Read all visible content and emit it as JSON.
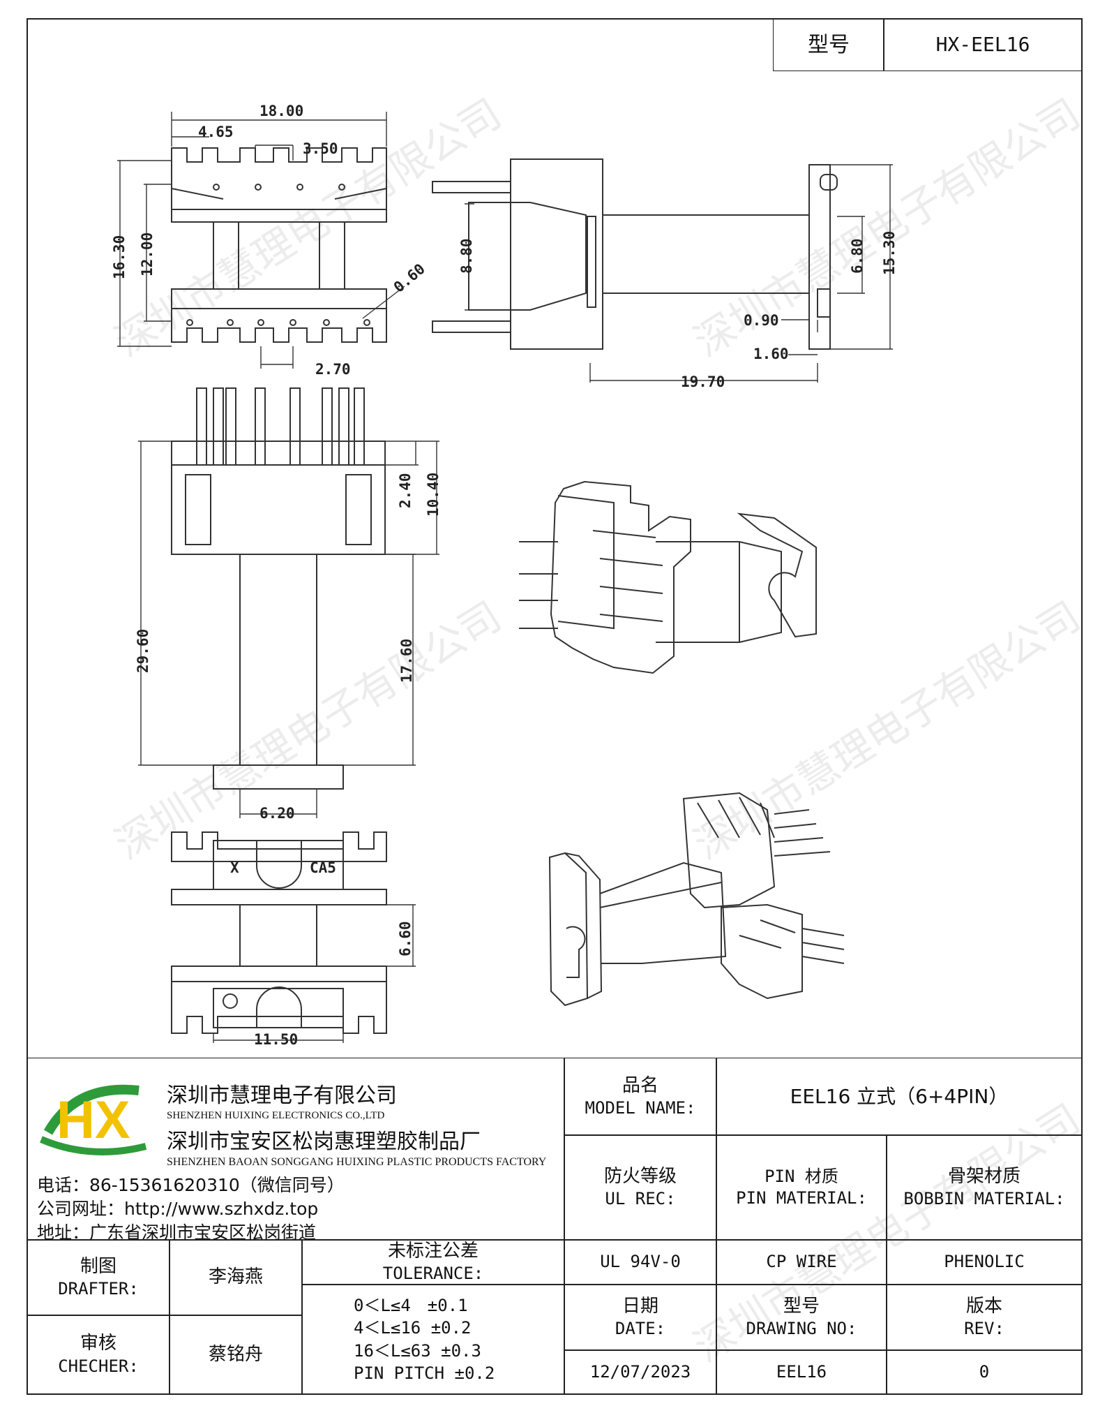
{
  "header": {
    "model_label": "型号",
    "model_value": "HX-EEL16"
  },
  "dimensions": {
    "d1": "18.00",
    "d2": "4.65",
    "d3": "3.50",
    "d4": "16.30",
    "d5": "12.00",
    "d6": "0.60",
    "d7": "2.70",
    "d8": "8.80",
    "d9": "6.80",
    "d10": "15.30",
    "d11": "0.90",
    "d12": "1.60",
    "d13": "19.70",
    "d14": "2.40",
    "d15": "10.40",
    "d16": "29.60",
    "d17": "17.60",
    "d18": "6.20",
    "d19": "6.60",
    "d20": "11.50",
    "mark_x": "X",
    "mark_ca": "CA5"
  },
  "company": {
    "name_cn": "深圳市慧理电子有限公司",
    "name_en": "SHENZHEN HUIXING ELECTRONICS CO.,LTD",
    "factory_cn": "深圳市宝安区松岗惠理塑胶制品厂",
    "factory_en": "SHENZHEN BAOAN SONGGANG HUIXING PLASTIC PRODUCTS FACTORY",
    "phone": "电话：86-15361620310（微信同号）",
    "website": "公司网址：http://www.szhxdz.top",
    "address": "地址：广东省深圳市宝安区松岗街道",
    "logo_text": "HX"
  },
  "title_block": {
    "model_name_cn": "品名",
    "model_name_en": "MODEL NAME:",
    "model_name_value": "EEL16 立式（6+4PIN）",
    "ul_cn": "防火等级",
    "ul_en": "UL REC:",
    "pin_cn": "PIN 材质",
    "pin_en": "PIN MATERIAL:",
    "bobbin_cn": "骨架材质",
    "bobbin_en": "BOBBIN MATERIAL:",
    "ul_value": "UL 94V-0",
    "pin_value": "CP WIRE",
    "bobbin_value": "PHENOLIC",
    "drafter_cn": "制图",
    "drafter_en": "DRAFTER:",
    "drafter_name": "李海燕",
    "checker_cn": "审核",
    "checker_en": "CHECHER:",
    "checker_name": "蔡铭舟",
    "tolerance_cn": "未标注公差",
    "tolerance_en": "TOLERANCE:",
    "tol1": "0＜L≤4　±0.1",
    "tol2": "4＜L≤16 ±0.2",
    "tol3": "16＜L≤63 ±0.3",
    "tol4": "PIN PITCH ±0.2",
    "date_cn": "日期",
    "date_en": "DATE:",
    "drawing_cn": "型号",
    "drawing_en": "DRAWING NO:",
    "rev_cn": "版本",
    "rev_en": "REV:",
    "date_value": "12/07/2023",
    "drawing_value": "EEL16",
    "rev_value": "0"
  },
  "watermark": "深圳市慧理电子有限公司"
}
